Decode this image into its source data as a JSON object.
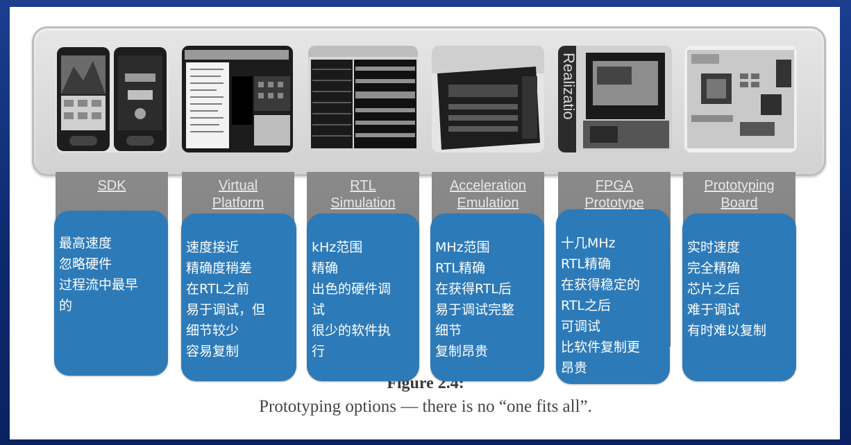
{
  "columns": [
    {
      "title": "SDK",
      "card": "最高速度\n忽略硬件\n过程流中最早\n的"
    },
    {
      "title": "Virtual\nPlatform",
      "card": "速度接近\n精确度稍差\n在RTL之前\n易于调试，但\n细节较少\n容易复制"
    },
    {
      "title": "RTL\nSimulation",
      "card": "kHz范围\n精确\n出色的硬件调\n试\n很少的软件执\n行"
    },
    {
      "title": "Acceleration\nEmulation",
      "card": "MHz范围\nRTL精确\n在获得RTL后\n易于调试完整\n细节\n复制昂贵"
    },
    {
      "title": "FPGA\nPrototype",
      "card": "十几MHz\nRTL精确\n在获得稳定的\nRTL之后\n可调试\n比软件复制更\n 昂贵"
    },
    {
      "title": "Prototyping\nBoard",
      "card": "实时速度\n完全精确\n芯片之后\n难于调试\n有时难以复制"
    }
  ],
  "caption": {
    "title": "Figure 2.4:",
    "text": "Prototyping options — there is no “one fits all”."
  },
  "photo_text": {
    "fpga_side": "Realizatio"
  }
}
